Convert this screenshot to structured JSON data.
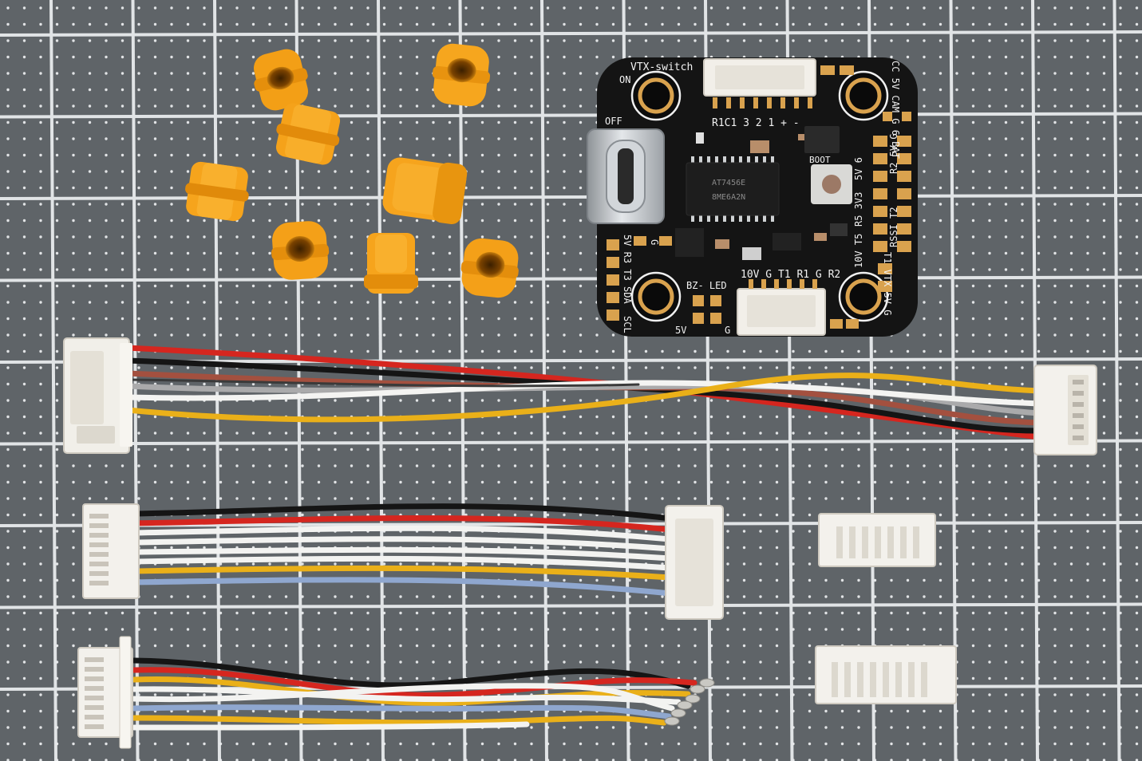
{
  "colors": {
    "mat": "#5f6468",
    "grid_line": "#e8eaec",
    "dot": "#e4e6e8",
    "board": "#131313",
    "pad": "#d9a24e",
    "silkscreen": "#f2f2f2",
    "grommet": "#f5a51f",
    "connector": "#f1efea",
    "usb": "#b8bcc0",
    "chip": "#1b1b1b",
    "wire_red": "#d6261f",
    "wire_black": "#161616",
    "wire_yellow": "#eab019",
    "wire_white": "#f3f3f1",
    "wire_gray": "#a9aaab",
    "wire_brown": "#a3503f",
    "wire_blue": "#8fa7cf"
  },
  "board": {
    "top_label": "VTX-switch",
    "on_label": "ON",
    "off_label": "OFF",
    "header_row": "R1C1 3 2 1 + -",
    "right_column": "CC 5V CAM G 6 BAT",
    "right_column_2": "R2 5V G",
    "right_column_3": "RSSI T2",
    "right_column_4": "T1 VTX 5V G",
    "middle_column_1": "5V 6",
    "middle_column_2": "R5 3V3",
    "middle_column_3": "10V T5",
    "boot_label": "BOOT",
    "chip_line_1": "AT7456E",
    "chip_line_2": "8ME6A2N",
    "left_column_1": "5V R3 T3 SDA",
    "left_column_2": "SCL",
    "left_g": "G",
    "bottom_row": "10V G T1 R1 G R2",
    "bz_label": "BZ- LED",
    "bottom_5v": "5V",
    "bottom_g": "G"
  }
}
